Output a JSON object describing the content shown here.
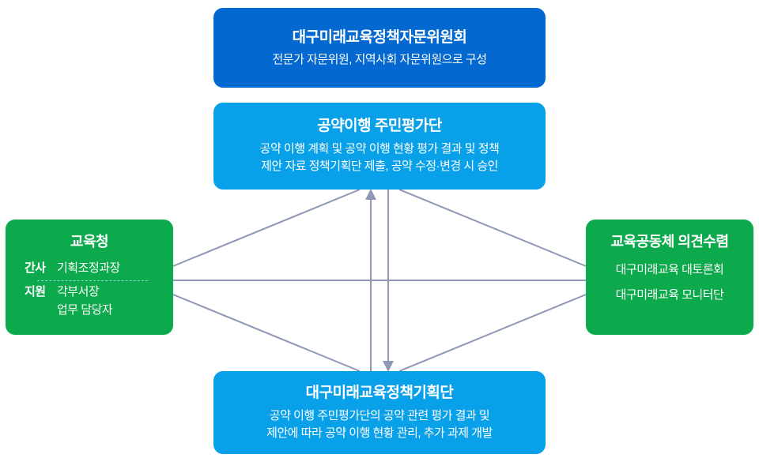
{
  "colors": {
    "primary_blue": "#0368cf",
    "sky_blue": "#09a0ea",
    "green": "#0caa4c",
    "connector_gray": "#8e98b4",
    "divider_cyan": "#86d8d3"
  },
  "diagram": {
    "advisory": {
      "title": "대구미래교육정책자문위원회",
      "desc": "전문가 자문위원, 지역사회 자문위원으로 구성"
    },
    "evaluation": {
      "title": "공약이행 주민평가단",
      "desc1": "공약 이행 계획 및 공약 이행 현황 평가 결과 및 정책",
      "desc2": "제안 자료 정책기획단 제출, 공약 수정·변경 시 승인"
    },
    "office": {
      "title": "교육청",
      "rows": [
        {
          "label": "간사",
          "value": "기획조정과장"
        },
        {
          "label": "지원",
          "value": "각부서장"
        },
        {
          "label": "",
          "value": "업무 담당자"
        }
      ]
    },
    "community": {
      "title": "교육공동체 의견수렴",
      "items": [
        "대구미래교육 대토론회",
        "대구미래교육 모니터단"
      ]
    },
    "planning": {
      "title": "대구미래교육정책기획단",
      "desc1": "공약 이행 주민평가단의 공약 관련 평가 결과 및",
      "desc2": "제안에 따라 공약 이행 현황 관리, 추가 과제 개발"
    }
  }
}
